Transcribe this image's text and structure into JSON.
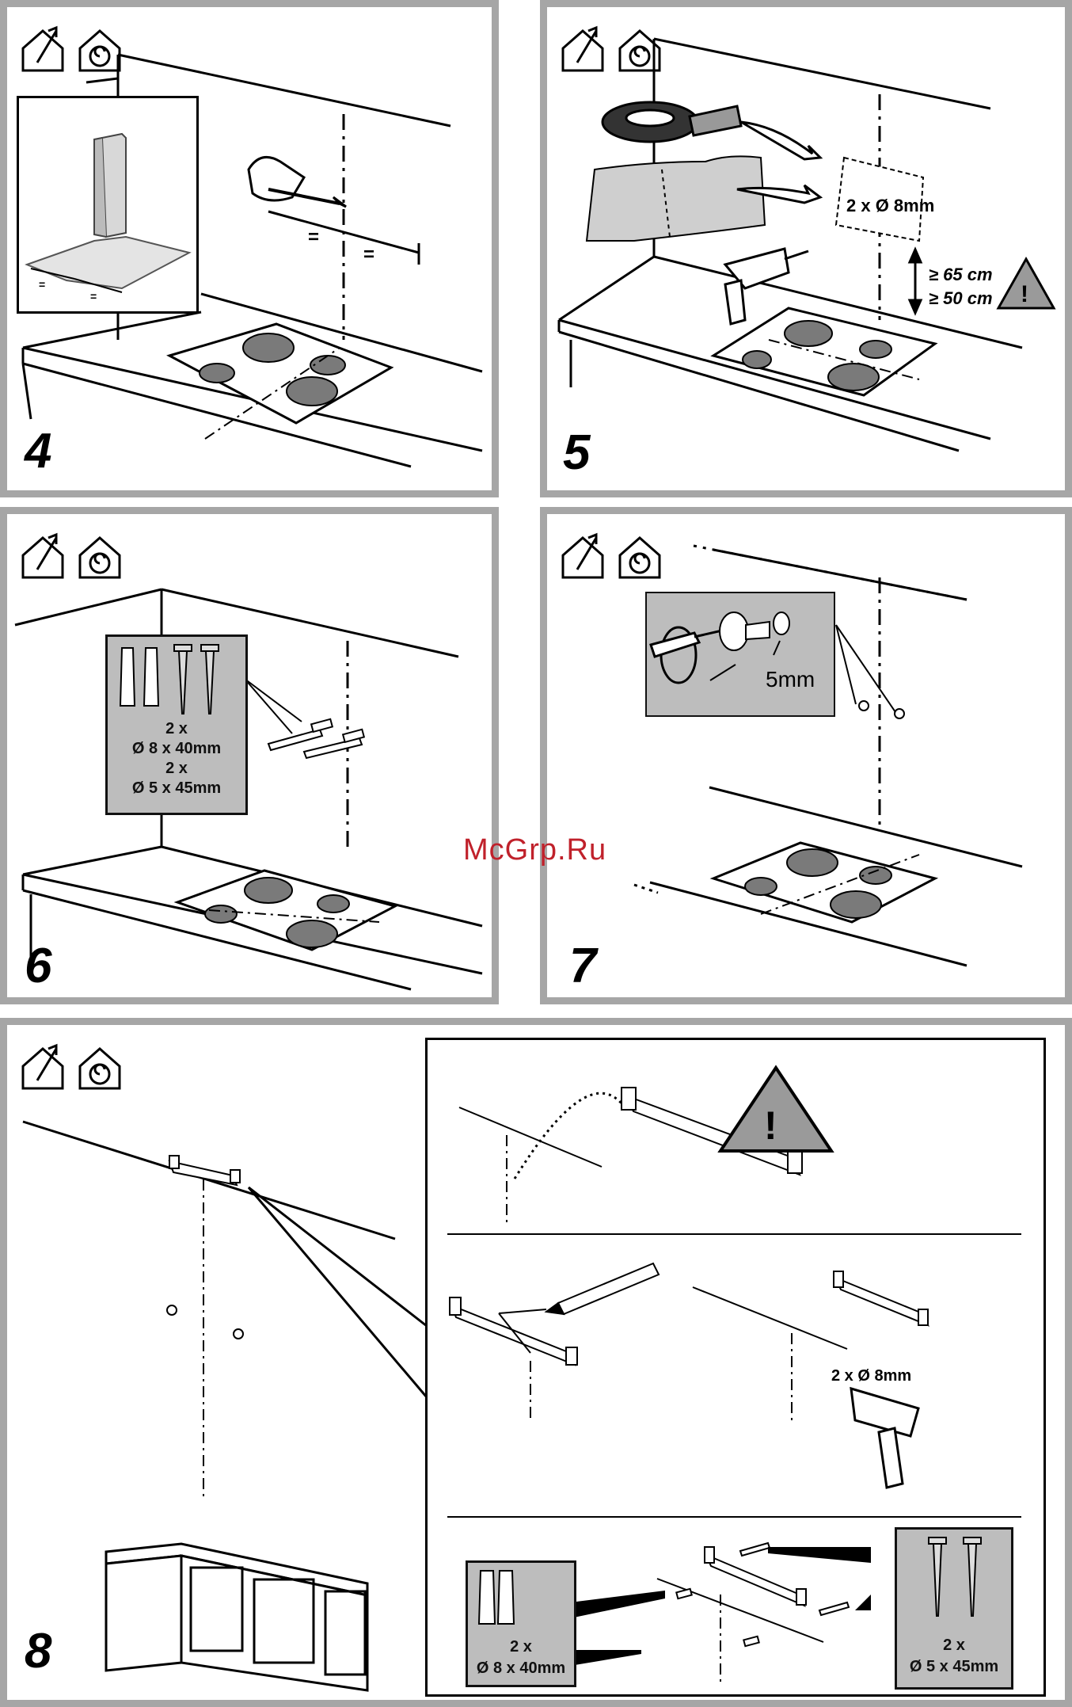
{
  "watermark": "McGrp.Ru",
  "steps": {
    "step4": {
      "number": "4",
      "eq1": "=",
      "eq2": "=",
      "inset_eq1": "=",
      "inset_eq2": "="
    },
    "step5": {
      "number": "5",
      "hole_label": "2 x Ø 8mm",
      "gas_label": "≥ 65 cm",
      "electric_label": "≥ 50 cm",
      "warning": "!"
    },
    "step6": {
      "number": "6",
      "plug_qty": "2 x",
      "plug_size": "Ø 8 x 40mm",
      "screw_qty": "2 x",
      "screw_size": "Ø 5 x 45mm"
    },
    "step7": {
      "number": "7",
      "gap_label": "5mm"
    },
    "step8": {
      "number": "8",
      "warning": "!",
      "drill_label": "2 x Ø 8mm",
      "plug_qty": "2 x",
      "plug_size": "Ø 8 x 40mm",
      "screw_qty": "2 x",
      "screw_size": "Ø 5 x 45mm"
    }
  },
  "icons": [
    "exhaust-mode-icon",
    "recirculation-mode-icon"
  ]
}
